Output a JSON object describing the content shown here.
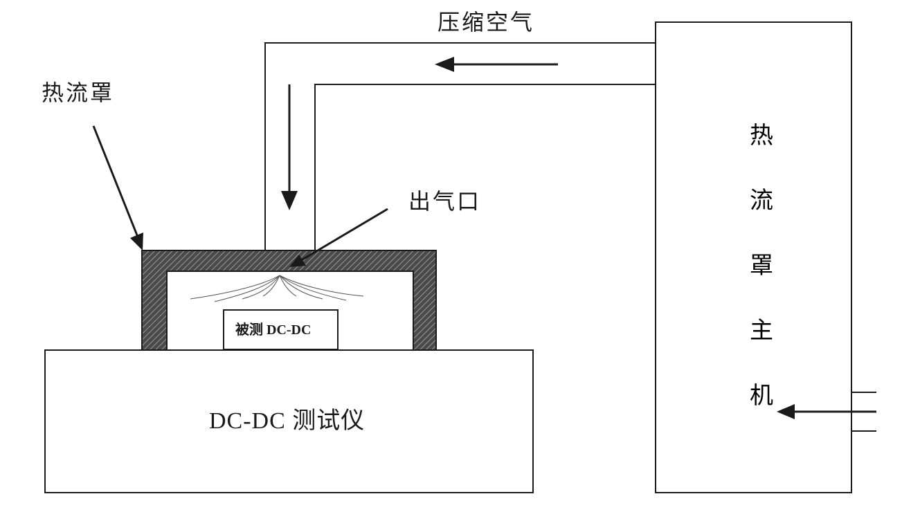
{
  "labels": {
    "compressed_air": "压缩空气",
    "heat_flow_hood": "热流罩",
    "air_outlet": "出气口",
    "dut": "被测 DC-DC",
    "tester": "DC-DC 测试仪",
    "main_unit_chars": [
      "热",
      "流",
      "罩",
      "主",
      "机"
    ]
  },
  "colors": {
    "line": "#1a1a1a",
    "hood_hatch": "#3a3a3a",
    "background": "#ffffff"
  }
}
